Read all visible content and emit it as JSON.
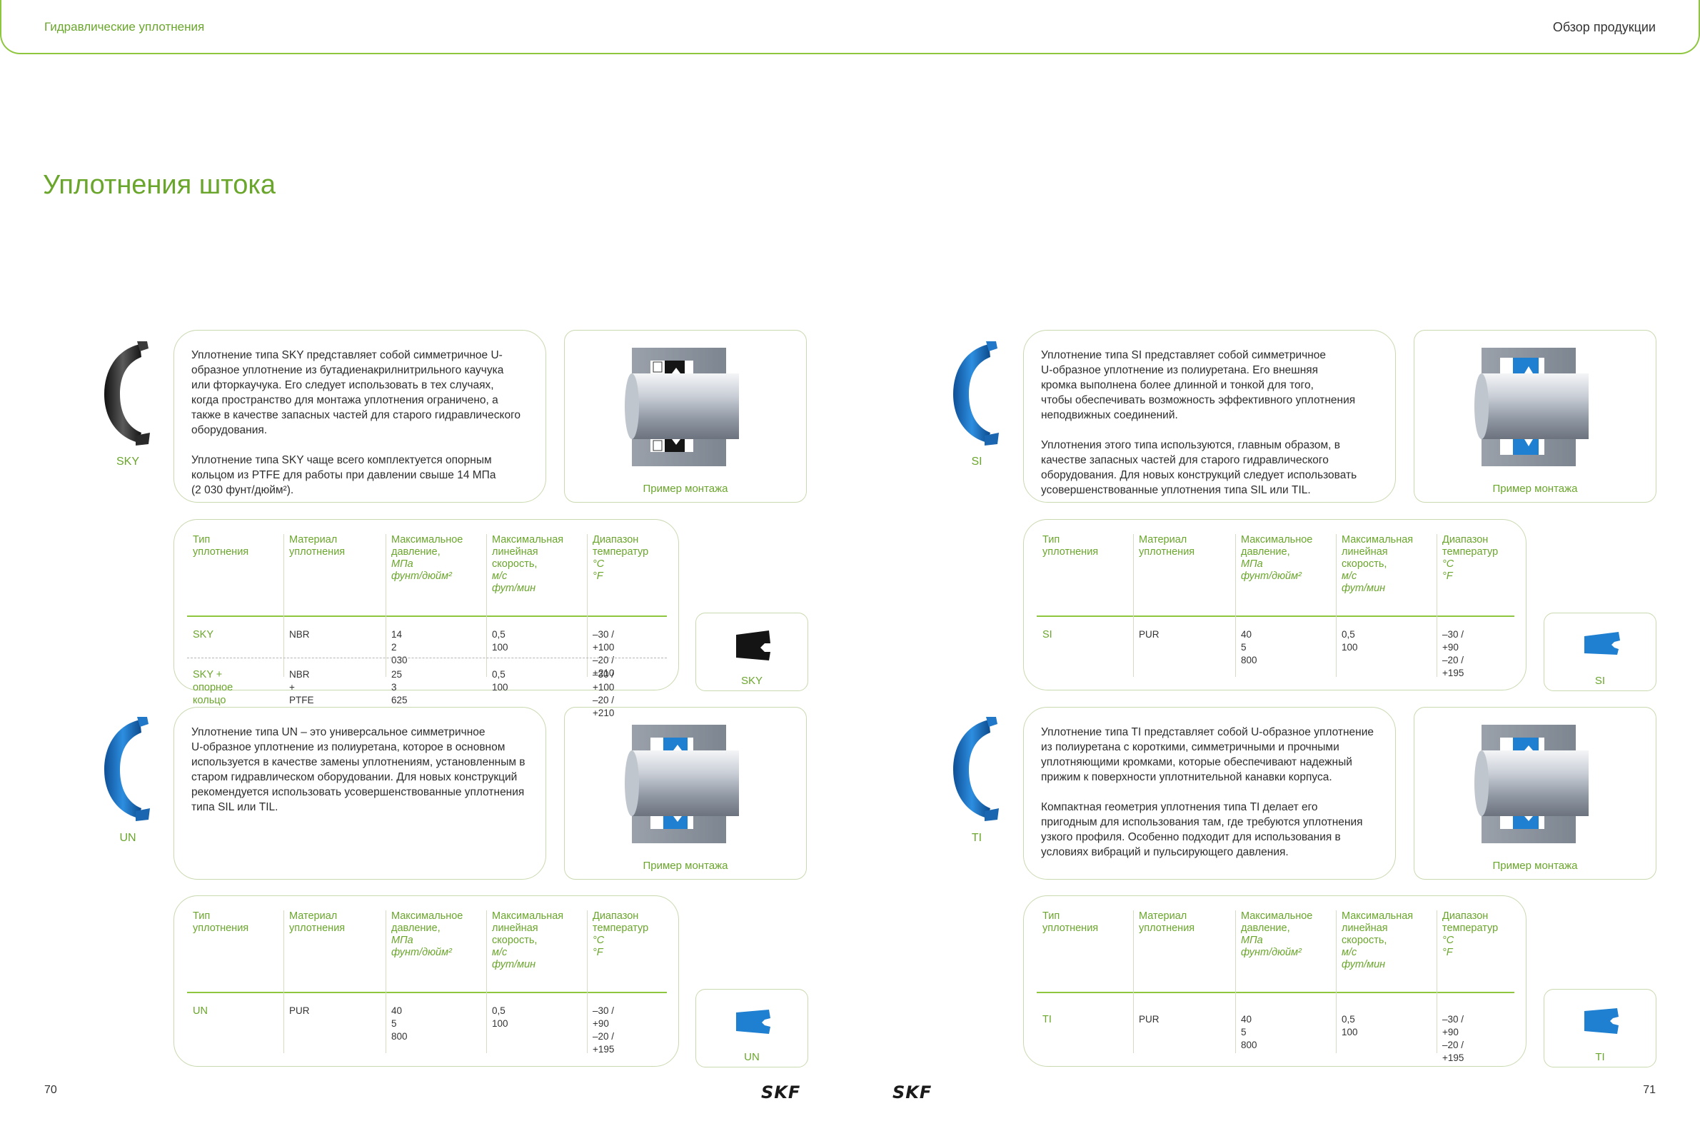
{
  "header": {
    "left": "Гидравлические уплотнения",
    "right": "Обзор продукции"
  },
  "page_title": "Уплотнения штока",
  "common": {
    "mount_caption": "Пример монтажа",
    "col_type": "Тип\nуплотнения",
    "col_material": "Материал\nуплотнения",
    "col_pressure": "Максимальное\nдавление,",
    "col_pressure_units": "МПа\nфунт/дюйм²",
    "col_speed": "Максимальная\nлинейная\nскорость,",
    "col_speed_units": "м/с\nфут/мин",
    "col_temp": "Диапазон\nтемператур",
    "col_temp_units": "°C\n°F"
  },
  "colors": {
    "accent": "#6aa62c",
    "seal_blue": "#1f7fd0",
    "seal_black": "#222222",
    "border": "#c9d9b0"
  },
  "blocks": {
    "sky": {
      "name": "SKY",
      "para1": "Уплотнение типа SKY представляет собой симметричное U-\nобразное уплотнение из бутадиенакрилнитрильного каучука\nили фторкаучука. Его следует использовать в тех случаях,\nкогда пространство для монтажа уплотнения ограничено, а\nтакже в качестве запасных частей для старого гидравлического\nоборудования.",
      "para2": "Уплотнение типа SKY чаще всего комплектуется опорным\nкольцом из PTFE для работы при давлении свыше 14 МПа\n(2 030 фунт/дюйм²).",
      "rows": [
        {
          "type": "SKY",
          "material": "NBR",
          "pressure": "14\n2 030",
          "speed": "0,5\n100",
          "temp": "–30 / +100\n–20 / +210"
        },
        {
          "type": "SKY +\nопорное кольцо",
          "material": "NBR + PTFE",
          "pressure": "25\n3 625",
          "speed": "0,5\n100",
          "temp": "–30 / +100\n–20 / +210"
        }
      ]
    },
    "un": {
      "name": "UN",
      "para1": "Уплотнение типа UN – это универсальное симметричное\nU-образное уплотнение из полиуретана, которое в основном\nиспользуется в качестве замены уплотнениям, установленным в\nстаром гидравлическом оборудовании. Для новых конструкций\nрекомендуется использовать усовершенствованные уплотнения\nтипа SIL или TIL.",
      "rows": [
        {
          "type": "UN",
          "material": "PUR",
          "pressure": "40\n5 800",
          "speed": "0,5\n100",
          "temp": "–30 / +90\n–20 / +195"
        }
      ]
    },
    "si": {
      "name": "SI",
      "para1": "Уплотнение типа SI представляет собой симметричное\nU-образное уплотнение из полиуретана. Его внешняя\nкромка выполнена более длинной и тонкой для того,\nчтобы обеспечивать возможность эффективного уплотнения\nнеподвижных соединений.",
      "para2": "Уплотнения этого типа используются, главным образом, в\nкачестве запасных частей для старого гидравлического\nоборудования. Для новых конструкций следует использовать\nусовершенствованные уплотнения типа SIL или TIL.",
      "rows": [
        {
          "type": "SI",
          "material": "PUR",
          "pressure": "40\n5 800",
          "speed": "0,5\n100",
          "temp": "–30 / +90\n–20 / +195"
        }
      ]
    },
    "ti": {
      "name": "TI",
      "para1": "Уплотнение типа TI представляет собой U-образное уплотнение\nиз полиуретана с короткими, симметричными и прочными\nуплотняющими кромками, которые обеспечивают надежный\nприжим к поверхности уплотнительной канавки корпуса.",
      "para2": "Компактная геометрия уплотнения типа TI делает его\nпригодным для использования там, где требуются уплотнения\nузкого профиля. Особенно подходит для использования в\nусловиях вибраций и пульсирующего давления.",
      "rows": [
        {
          "type": "TI",
          "material": "PUR",
          "pressure": "40\n5 800",
          "speed": "0,5\n100",
          "temp": "–30 / +90\n–20 / +195"
        }
      ]
    }
  },
  "footer": {
    "page_left": "70",
    "page_right": "71",
    "logo": "SKF"
  }
}
